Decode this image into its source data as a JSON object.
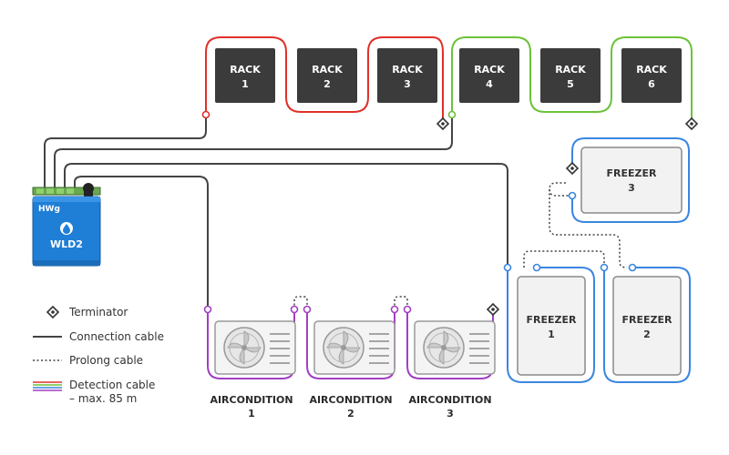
{
  "racks": [
    {
      "line1": "RACK",
      "line2": "1"
    },
    {
      "line1": "RACK",
      "line2": "2"
    },
    {
      "line1": "RACK",
      "line2": "3"
    },
    {
      "line1": "RACK",
      "line2": "4"
    },
    {
      "line1": "RACK",
      "line2": "5"
    },
    {
      "line1": "RACK",
      "line2": "6"
    }
  ],
  "freezers": [
    {
      "line1": "FREEZER",
      "line2": "1"
    },
    {
      "line1": "FREEZER",
      "line2": "2"
    },
    {
      "line1": "FREEZER",
      "line2": "3"
    }
  ],
  "airconditions": [
    {
      "line1": "AIRCONDITION",
      "line2": "1"
    },
    {
      "line1": "AIRCONDITION",
      "line2": "2"
    },
    {
      "line1": "AIRCONDITION",
      "line2": "3"
    }
  ],
  "device": {
    "brand": "HWg",
    "model": "WLD2"
  },
  "legend": {
    "terminator": "Terminator",
    "connection": "Connection cable",
    "prolong": "Prolong cable",
    "detection_line1": "Detection cable",
    "detection_line2": "– max. 85 m"
  },
  "colors": {
    "red": "#e0302a",
    "green": "#6cc23a",
    "blue": "#3a86e0",
    "purple": "#a23ec2",
    "connection": "#444444",
    "device": "#1f7fd6",
    "box_dark": "#3b3b3b"
  }
}
